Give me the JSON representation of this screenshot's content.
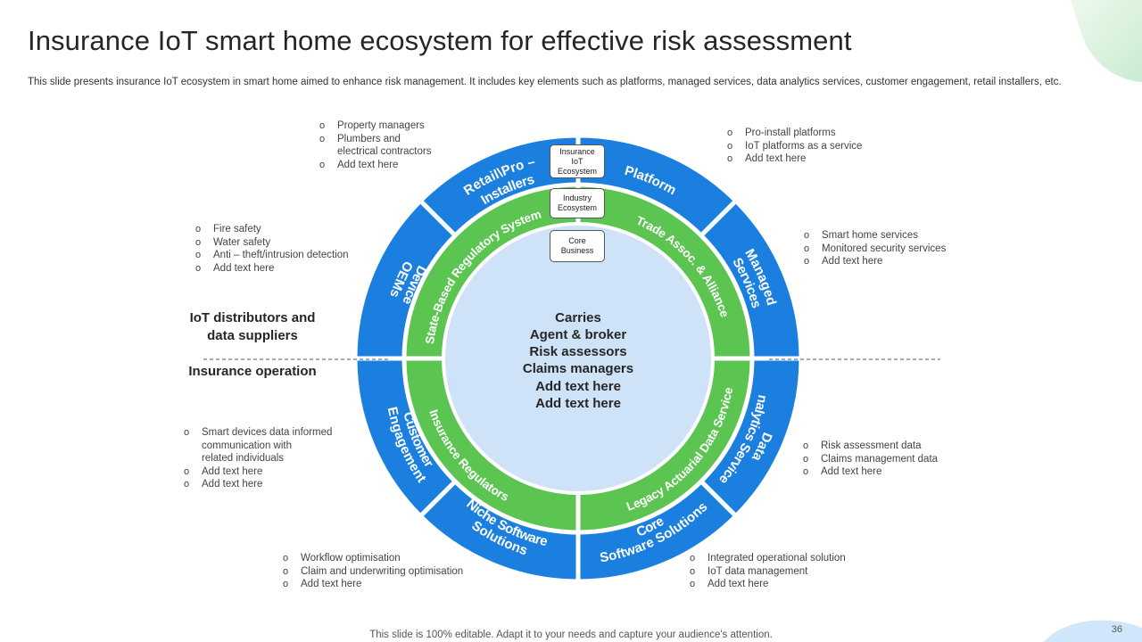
{
  "title": "Insurance IoT smart home ecosystem for effective risk assessment",
  "subtitle": "This slide presents insurance IoT ecosystem in smart home aimed to enhance risk management. It includes key elements such as platforms, managed services, data analytics services, customer engagement, retail installers, etc.",
  "colors": {
    "outer_ring": "#1b7fe0",
    "middle_ring": "#5cc552",
    "inner_circle": "#cfe3f8",
    "text_dark": "#262626"
  },
  "tags": {
    "insurance_iot": [
      "Insurance",
      "IoT",
      "Ecosystem"
    ],
    "industry": [
      "Industry",
      "Ecosystem"
    ],
    "core": [
      "Core",
      "Business"
    ]
  },
  "outer_segments": {
    "retail": "Retail\\Pro –",
    "retail_2": "Installers",
    "platform": "Platform",
    "managed": "Managed",
    "managed_2": "Services",
    "data_analytics": "Data",
    "data_analytics_2": "Analytics Services",
    "core_software": "Core",
    "core_software_2": "Software Solutions",
    "niche_software": "Niche Software",
    "niche_software_2": "Solutions",
    "customer": "Customer",
    "customer_2": "Engagement",
    "device": "Device",
    "device_2": "OEMs"
  },
  "middle_segments": {
    "state": "State-Based Regulatory System",
    "trade": "Trade Assoc. & Alliance",
    "legacy": "Legacy Actuarial Data Service",
    "regulators": "Insurance Regulators"
  },
  "center_lines": [
    "Carries",
    "Agent & broker",
    "Risk assessors",
    "Claims managers",
    "Add text here",
    "Add text here"
  ],
  "side_labels": {
    "top": [
      "IoT distributors and",
      "data suppliers"
    ],
    "bottom": "Insurance operation"
  },
  "lists": {
    "retail": [
      "Property managers",
      "Plumbers and",
      "electrical contractors",
      "Add text here"
    ],
    "platform": [
      "Pro-install platforms",
      "IoT platforms as a service",
      "Add text here"
    ],
    "device": [
      "Fire safety",
      "Water safety",
      "Anti – theft/intrusion detection",
      "Add text here"
    ],
    "managed": [
      "Smart home services",
      "Monitored security services",
      "Add text here"
    ],
    "customer": [
      "Smart devices data informed",
      "communication with",
      "related individuals",
      "Add text here",
      "Add text here"
    ],
    "data_analytics": [
      "Risk assessment data",
      "Claims management data",
      "Add text here"
    ],
    "niche": [
      "Workflow optimisation",
      "Claim and underwriting optimisation",
      "Add text here"
    ],
    "core": [
      "Integrated operational solution",
      "IoT data management",
      "Add text here"
    ]
  },
  "footer": "This slide is 100% editable. Adapt it to your needs and capture your audience's attention.",
  "page_number": "36"
}
